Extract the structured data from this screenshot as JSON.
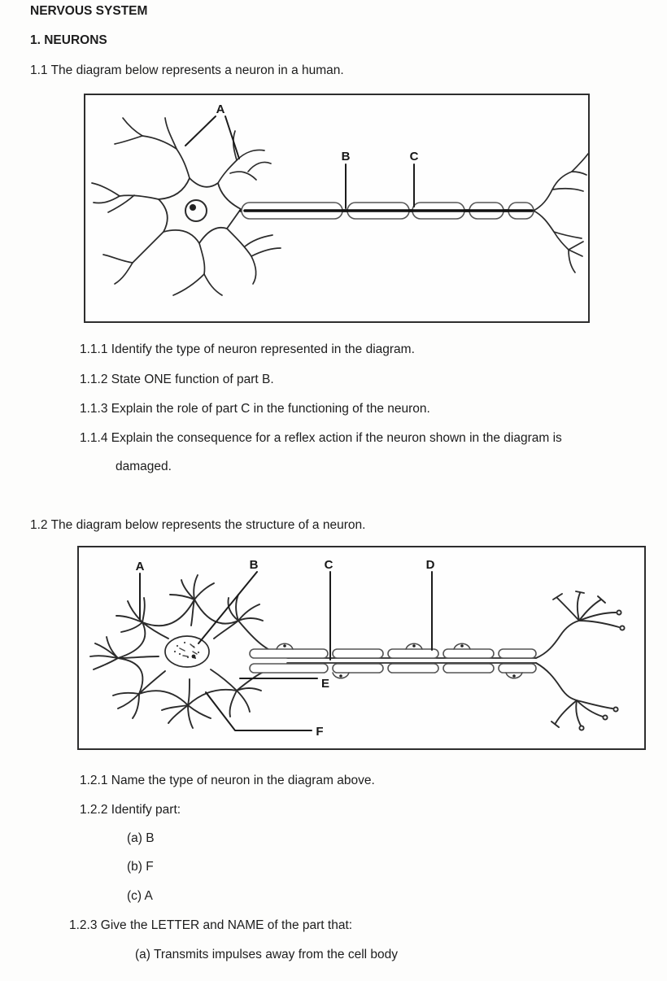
{
  "page": {
    "title": "NERVOUS SYSTEM",
    "section_heading": "1. NEURONS"
  },
  "section_1_1": {
    "intro": "1.1 The diagram below represents a neuron in a human.",
    "q1": "1.1.1 Identify the type of neuron represented in the diagram.",
    "q2": "1.1.2 State ONE function of part B.",
    "q3": "1.1.3 Explain the role of part C in the functioning of the neuron.",
    "q4_line1": "1.1.4 Explain the consequence for a reflex action if the neuron shown in the diagram is",
    "q4_line2": "damaged."
  },
  "diagram1": {
    "labels": {
      "a": "A",
      "b": "B",
      "c": "C"
    }
  },
  "section_1_2": {
    "intro": "1.2 The diagram below represents the structure of a neuron.",
    "q1": "1.2.1 Name the type of neuron in the diagram above.",
    "q2": "1.2.2 Identify part:",
    "q2_items": [
      "(a) B",
      "(b) F",
      "(c) A"
    ],
    "q3": "1.2.3 Give the LETTER and NAME of the part that:",
    "q3_item_a": "(a) Transmits impulses away from the cell body"
  },
  "diagram2": {
    "labels": {
      "a": "A",
      "b": "B",
      "c": "C",
      "d": "D",
      "e": "E",
      "f": "F"
    }
  }
}
